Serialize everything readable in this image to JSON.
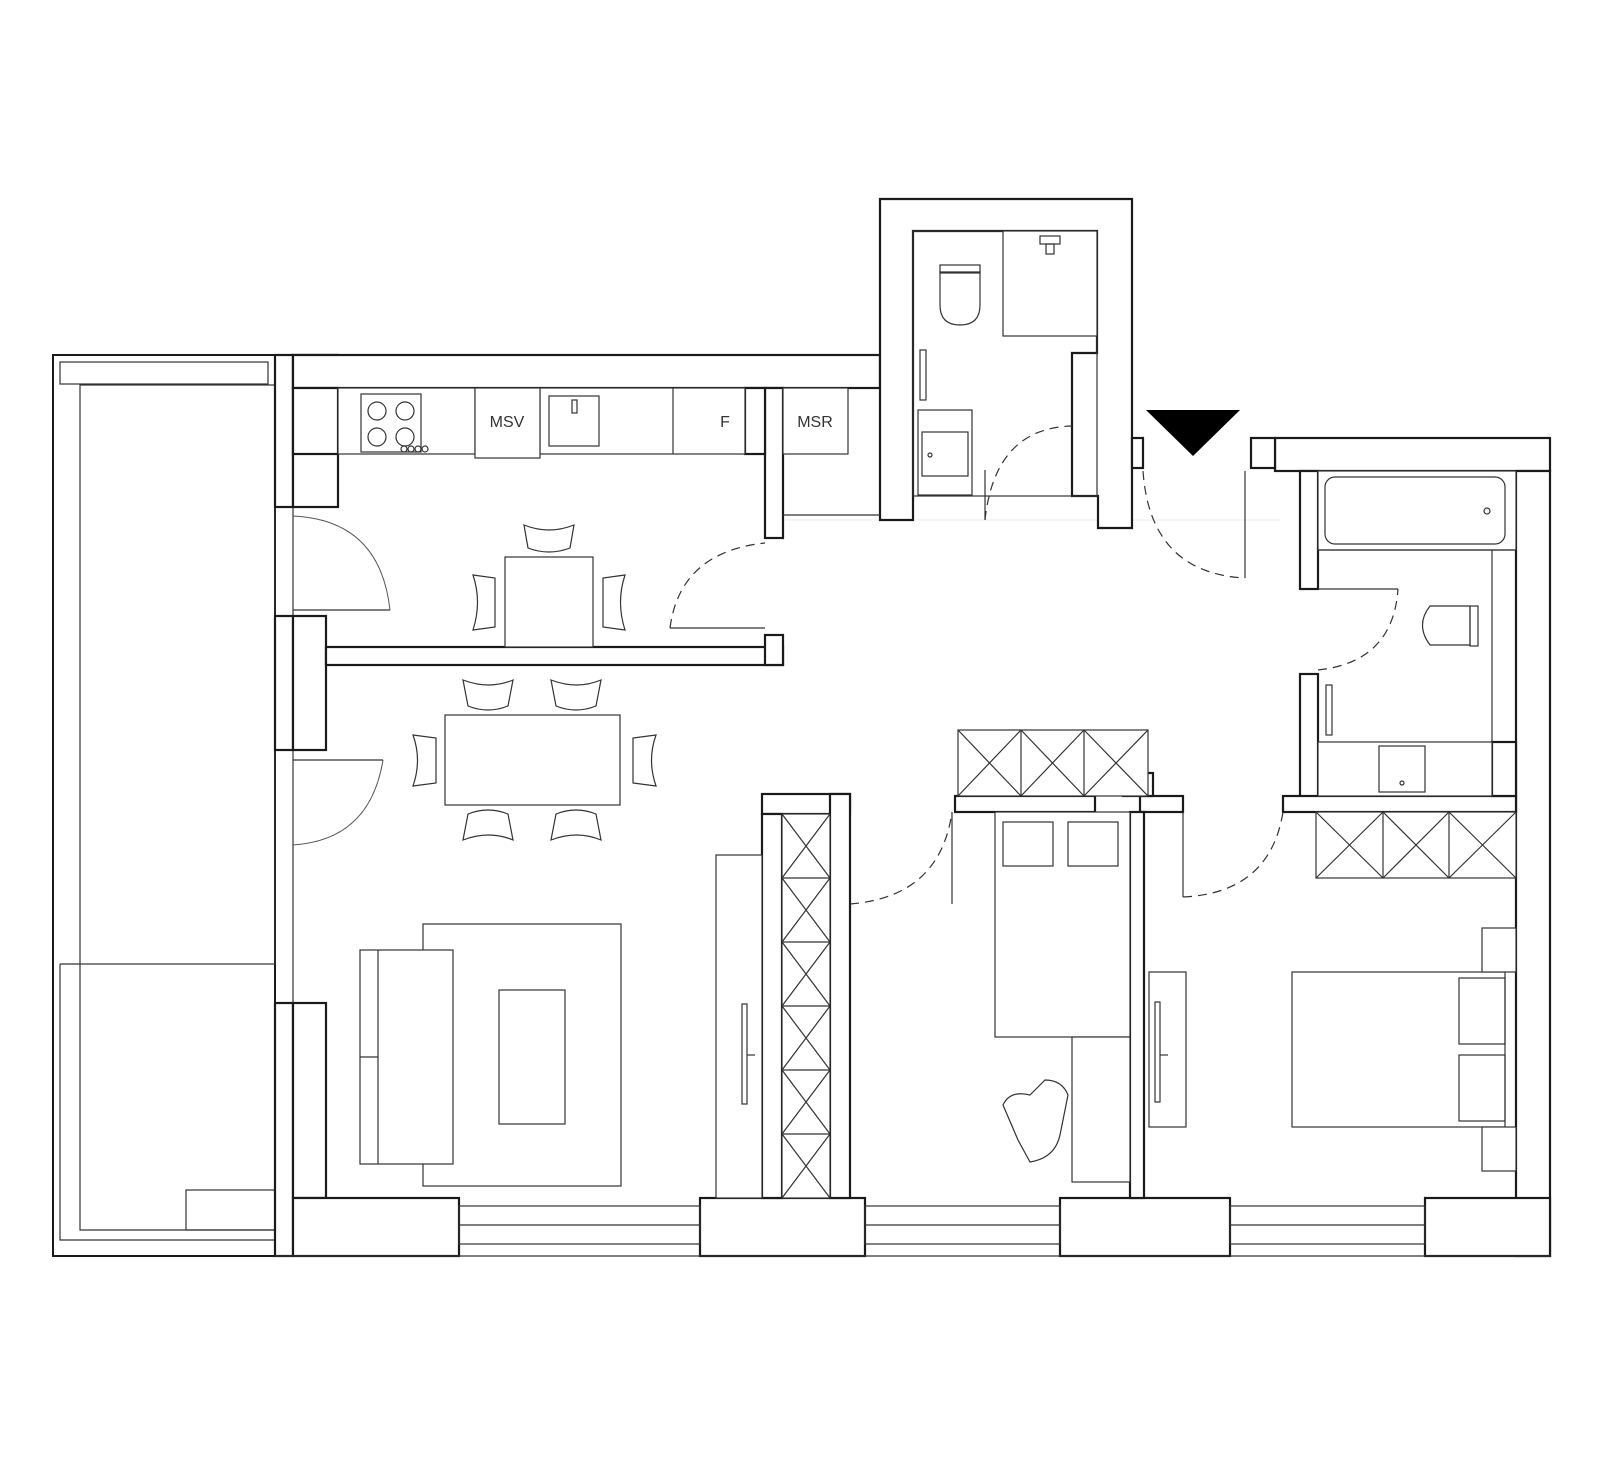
{
  "labels": {
    "dishwasher": "MSV",
    "fridge": "F",
    "washer": "MSR"
  },
  "colors": {
    "wall_stroke": "#1a1a1a",
    "furniture_stroke": "#333333",
    "background": "#ffffff",
    "entrance_marker": "#000000"
  },
  "icons": [
    "entrance-arrow-icon",
    "hob-icon",
    "sink-icon",
    "toilet-icon",
    "bathtub-icon",
    "shower-icon"
  ]
}
